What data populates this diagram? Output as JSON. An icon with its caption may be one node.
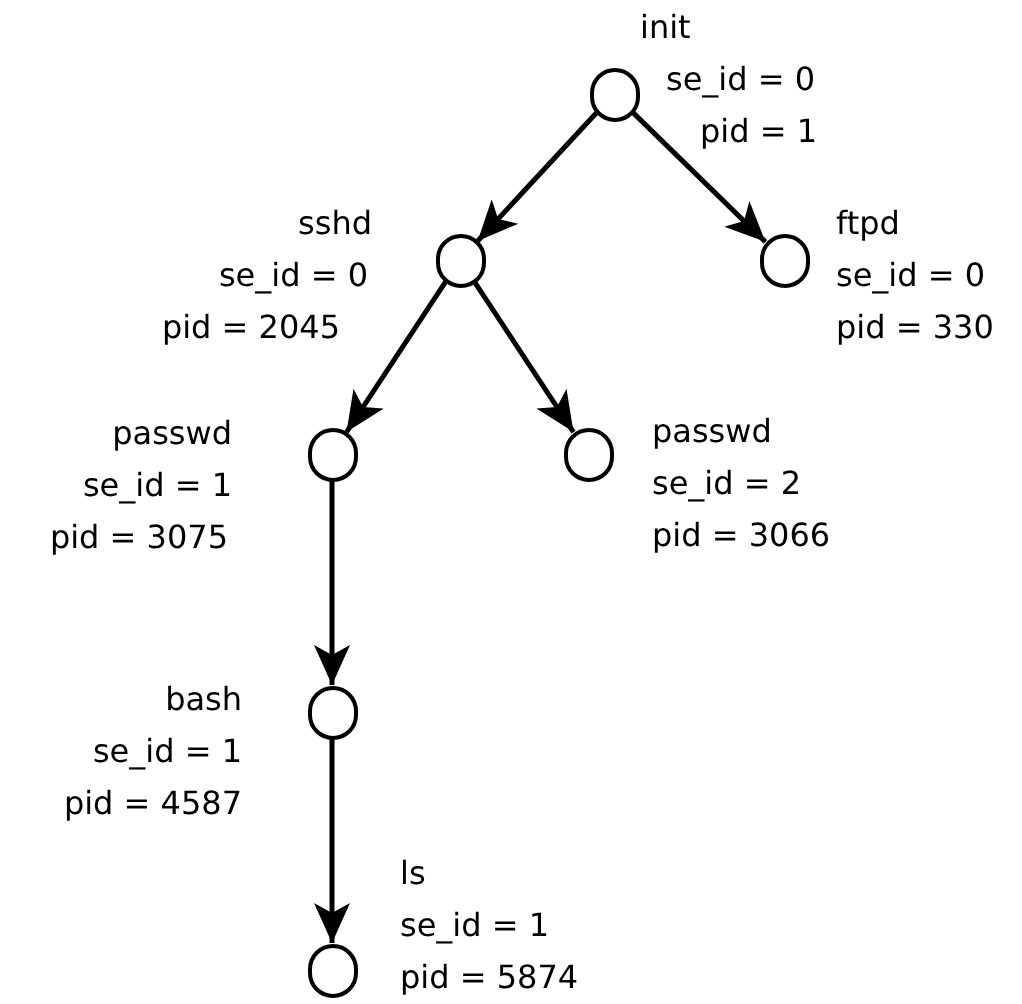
{
  "diagram": {
    "nodes": [
      {
        "text": [],
        "shape": "circle",
        "beside": [
          "init",
          "se_id = 0",
          "pid = 1"
        ]
      },
      {
        "text": [],
        "shape": "circle",
        "beside": [
          "sshd",
          "se_id = 0",
          "pid = 2045"
        ]
      },
      {
        "text": [],
        "shape": "circle",
        "beside": [
          "ftpd",
          "se_id = 0",
          "pid = 330"
        ]
      },
      {
        "text": [],
        "shape": "circle",
        "beside": [
          "passwd",
          "se_id = 1",
          "pid = 3075"
        ]
      },
      {
        "text": [],
        "shape": "circle",
        "beside": [
          "passwd",
          "se_id = 2",
          "pid = 3066"
        ]
      },
      {
        "text": [],
        "shape": "circle",
        "beside": [
          "bash",
          "se_id = 1",
          "pid = 4587"
        ]
      },
      {
        "text": [],
        "shape": "circle",
        "beside": [
          "ls",
          "se_id = 1",
          "pid = 5874"
        ]
      }
    ],
    "edges": [
      {
        "from": 0,
        "to": 1,
        "arrow": "to"
      },
      {
        "from": 0,
        "to": 2,
        "arrow": "to"
      },
      {
        "from": 1,
        "to": 3,
        "arrow": "to"
      },
      {
        "from": 1,
        "to": 4,
        "arrow": "to"
      },
      {
        "from": 3,
        "to": 5,
        "arrow": "to"
      },
      {
        "from": 5,
        "to": 6,
        "arrow": "to"
      }
    ]
  }
}
